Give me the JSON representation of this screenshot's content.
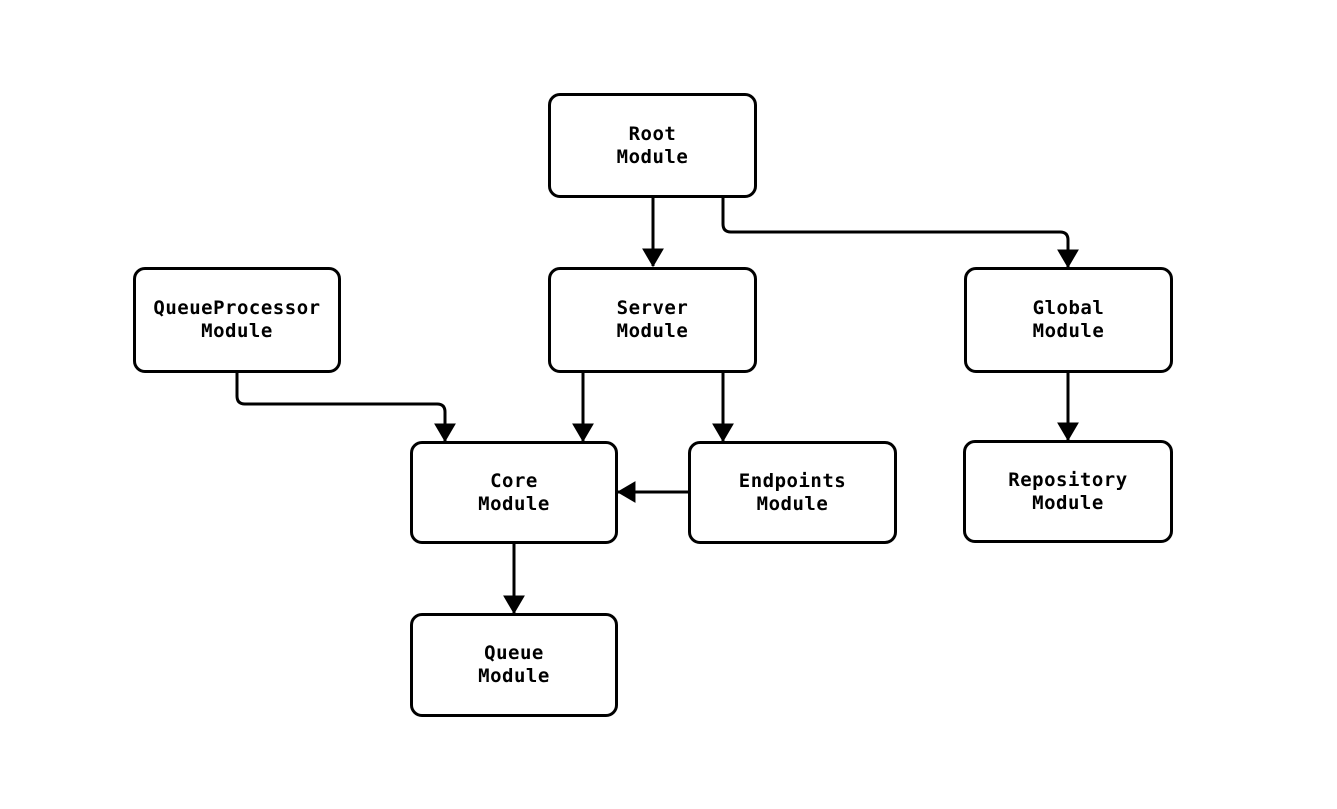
{
  "diagram": {
    "kind": "module-dependency-graph",
    "background_color": "#ffffff",
    "node_style": {
      "fill": "#ffffff",
      "border_color": "#000000",
      "text_color": "#000000"
    },
    "edge_color": "#000000",
    "nodes": {
      "root": {
        "line1": "Root",
        "line2": "Module"
      },
      "queueproc": {
        "line1": "QueueProcessor",
        "line2": "Module"
      },
      "server": {
        "line1": "Server",
        "line2": "Module"
      },
      "global": {
        "line1": "Global",
        "line2": "Module"
      },
      "core": {
        "line1": "Core",
        "line2": "Module"
      },
      "endpoints": {
        "line1": "Endpoints",
        "line2": "Module"
      },
      "repository": {
        "line1": "Repository",
        "line2": "Module"
      },
      "queue": {
        "line1": "Queue",
        "line2": "Module"
      }
    },
    "edges": [
      {
        "from": "Root Module",
        "to": "Server Module"
      },
      {
        "from": "Root Module",
        "to": "Global Module"
      },
      {
        "from": "QueueProcessor Module",
        "to": "Core Module"
      },
      {
        "from": "Server Module",
        "to": "Core Module"
      },
      {
        "from": "Server Module",
        "to": "Endpoints Module"
      },
      {
        "from": "Endpoints Module",
        "to": "Core Module"
      },
      {
        "from": "Global Module",
        "to": "Repository Module"
      },
      {
        "from": "Core Module",
        "to": "Queue Module"
      }
    ]
  }
}
